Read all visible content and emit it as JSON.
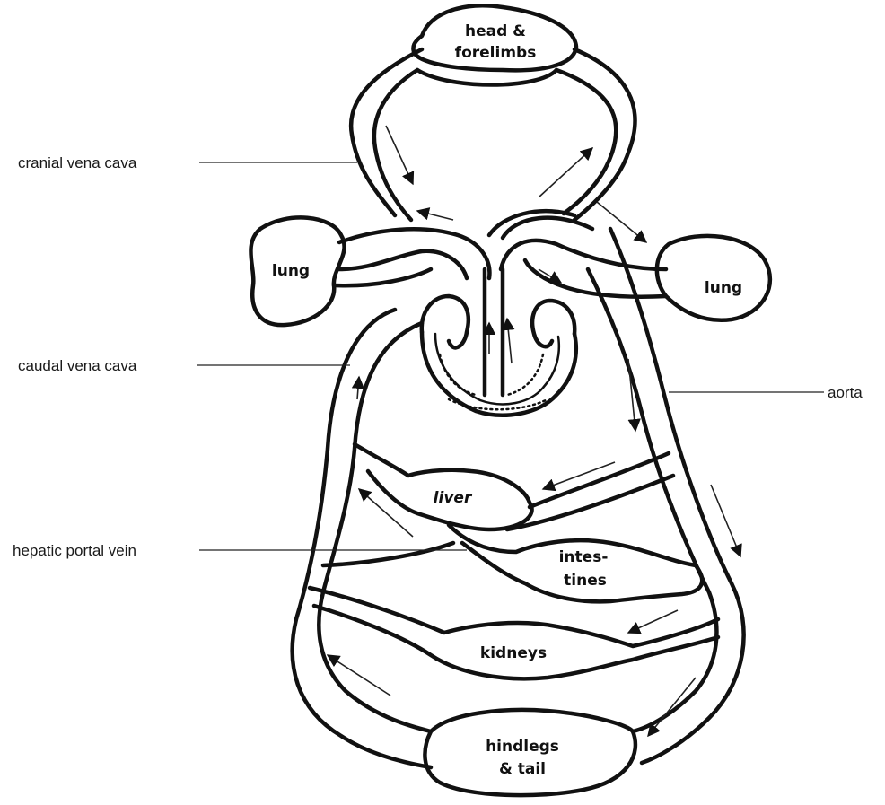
{
  "organs": {
    "head_line1": "head &",
    "head_line2": "forelimbs",
    "lung_left": "lung",
    "lung_right": "lung",
    "liver": "liver",
    "intestines_line1": "intes-",
    "intestines_line2": "tines",
    "kidneys": "kidneys",
    "hindlegs_line1": "hindlegs",
    "hindlegs_line2": "& tail"
  },
  "callouts": {
    "cranial_vena_cava": "cranial vena cava",
    "caudal_vena_cava": "caudal vena cava",
    "hepatic_portal_vein": "hepatic portal vein",
    "aorta": "aorta"
  },
  "colors": {
    "ink": "#111111",
    "background": "#ffffff"
  }
}
